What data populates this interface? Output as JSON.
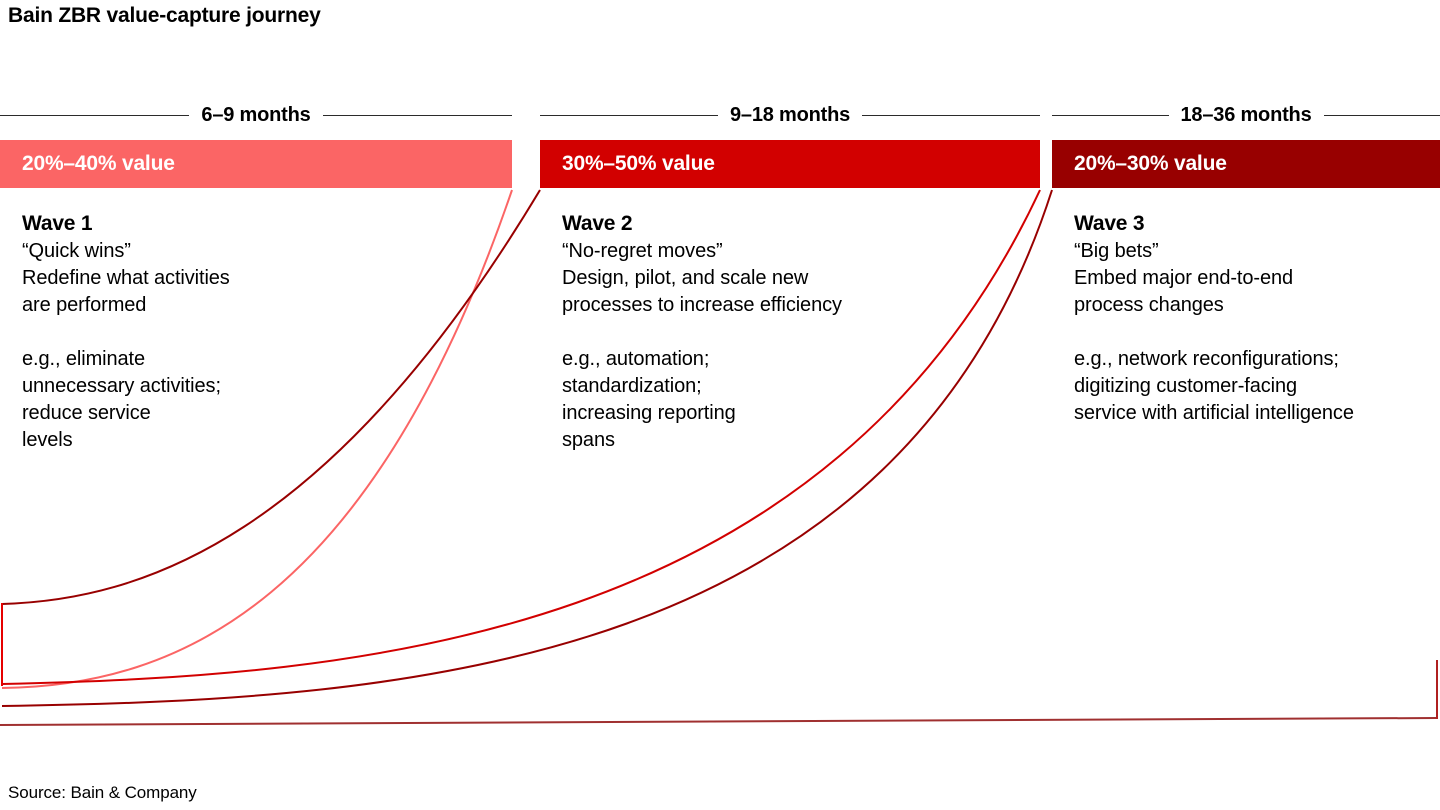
{
  "title": "Bain ZBR value-capture journey",
  "source": "Source: Bain & Company",
  "timeline": [
    {
      "label": "6–9 months"
    },
    {
      "label": "9–18 months"
    },
    {
      "label": "18–36 months"
    }
  ],
  "colors": {
    "wave1": "#fb6565",
    "wave2": "#d20000",
    "wave3": "#980000",
    "rule": "#2b2b2b",
    "text": "#000000",
    "header_text": "#ffffff"
  },
  "panels": [
    {
      "value_label": "20%–40% value",
      "wave_title": "Wave 1",
      "desc": [
        "“Quick wins”",
        "Redefine what activities",
        "are performed"
      ],
      "examples": [
        "e.g., eliminate",
        "unnecessary activities;",
        "reduce service",
        "levels"
      ]
    },
    {
      "value_label": "30%–50% value",
      "wave_title": "Wave 2",
      "desc": [
        "“No-regret moves”",
        "Design, pilot, and scale new",
        "processes to increase efficiency"
      ],
      "examples": [
        "e.g., automation;",
        "standardization;",
        "increasing reporting",
        "spans"
      ]
    },
    {
      "value_label": "20%–30% value",
      "wave_title": "Wave 3",
      "desc": [
        "“Big bets”",
        "Embed major end-to-end",
        "process changes"
      ],
      "examples": [
        "e.g., network reconfigurations;",
        "digitizing customer-facing",
        "service with artificial intelligence"
      ]
    }
  ]
}
